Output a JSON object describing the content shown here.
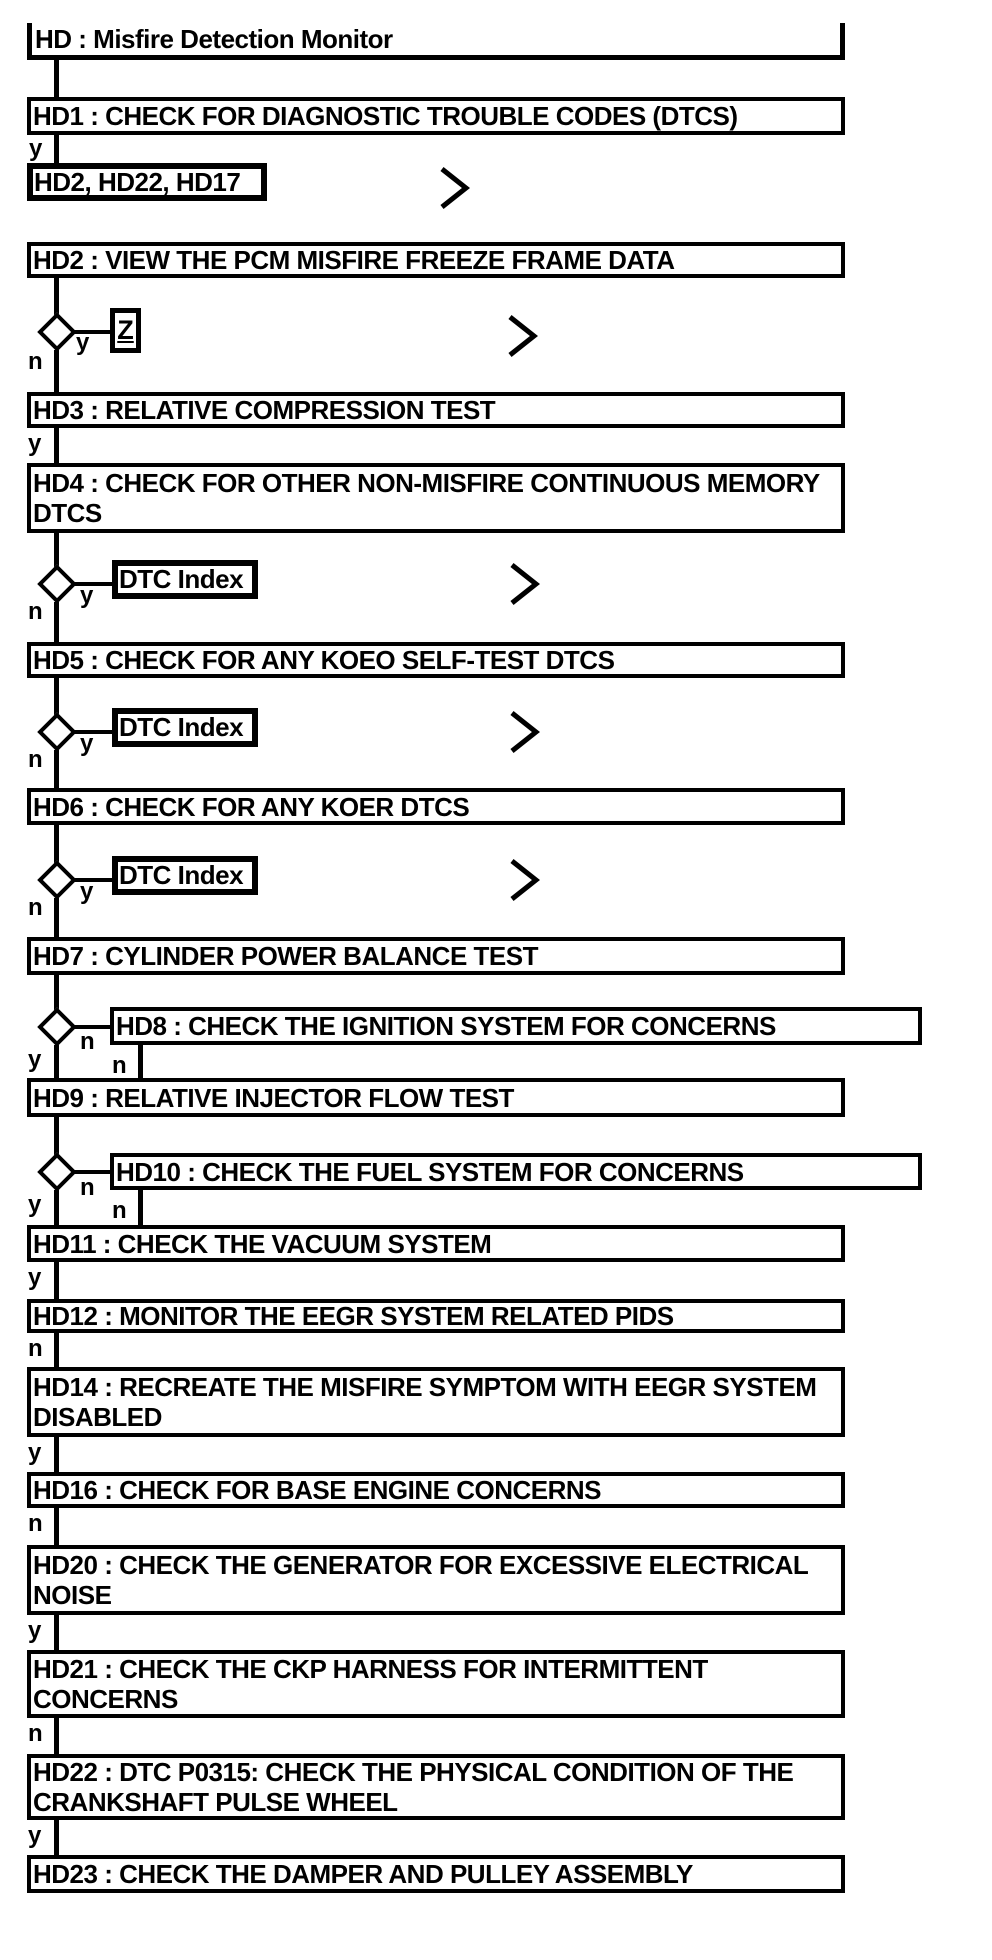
{
  "diagram": {
    "title": "HD : Misfire Detection Monitor",
    "labels": {
      "yes": "y",
      "no": "n"
    },
    "icons": {
      "goto_chevron": "chevron-right"
    },
    "colors": {
      "line": "#000000",
      "background": "#ffffff"
    },
    "nodes": {
      "hd1": "HD1 : CHECK FOR DIAGNOSTIC TROUBLE CODES (DTCS)",
      "ref_codes": "HD2, HD22, HD17",
      "hd2": "HD2 : VIEW THE PCM MISFIRE FREEZE FRAME DATA",
      "z_ref": "Z",
      "hd3": "HD3 : RELATIVE COMPRESSION TEST",
      "hd4": "HD4 : CHECK FOR OTHER NON-MISFIRE CONTINUOUS MEMORY DTCS",
      "dtc_index": "DTC Index",
      "hd5": "HD5 : CHECK FOR ANY KOEO SELF-TEST DTCS",
      "hd6": "HD6 : CHECK FOR ANY KOER DTCS",
      "hd7": "HD7 : CYLINDER POWER BALANCE TEST",
      "hd8": "HD8 : CHECK THE IGNITION SYSTEM FOR CONCERNS",
      "hd9": "HD9 : RELATIVE INJECTOR FLOW TEST",
      "hd10": "HD10 : CHECK THE FUEL SYSTEM FOR CONCERNS",
      "hd11": "HD11 : CHECK THE VACUUM SYSTEM",
      "hd12": "HD12 : MONITOR THE EEGR SYSTEM RELATED PIDS",
      "hd14": "HD14 : RECREATE THE MISFIRE SYMPTOM WITH EEGR SYSTEM DISABLED",
      "hd16": "HD16 : CHECK FOR BASE ENGINE CONCERNS",
      "hd20": "HD20 : CHECK THE GENERATOR FOR EXCESSIVE ELECTRICAL NOISE",
      "hd21": "HD21 : CHECK THE CKP HARNESS FOR INTERMITTENT CONCERNS",
      "hd22": "HD22 : DTC P0315: CHECK THE PHYSICAL CONDITION OF THE CRANKSHAFT PULSE WHEEL",
      "hd23": "HD23 : CHECK THE DAMPER AND PULLEY ASSEMBLY"
    }
  }
}
